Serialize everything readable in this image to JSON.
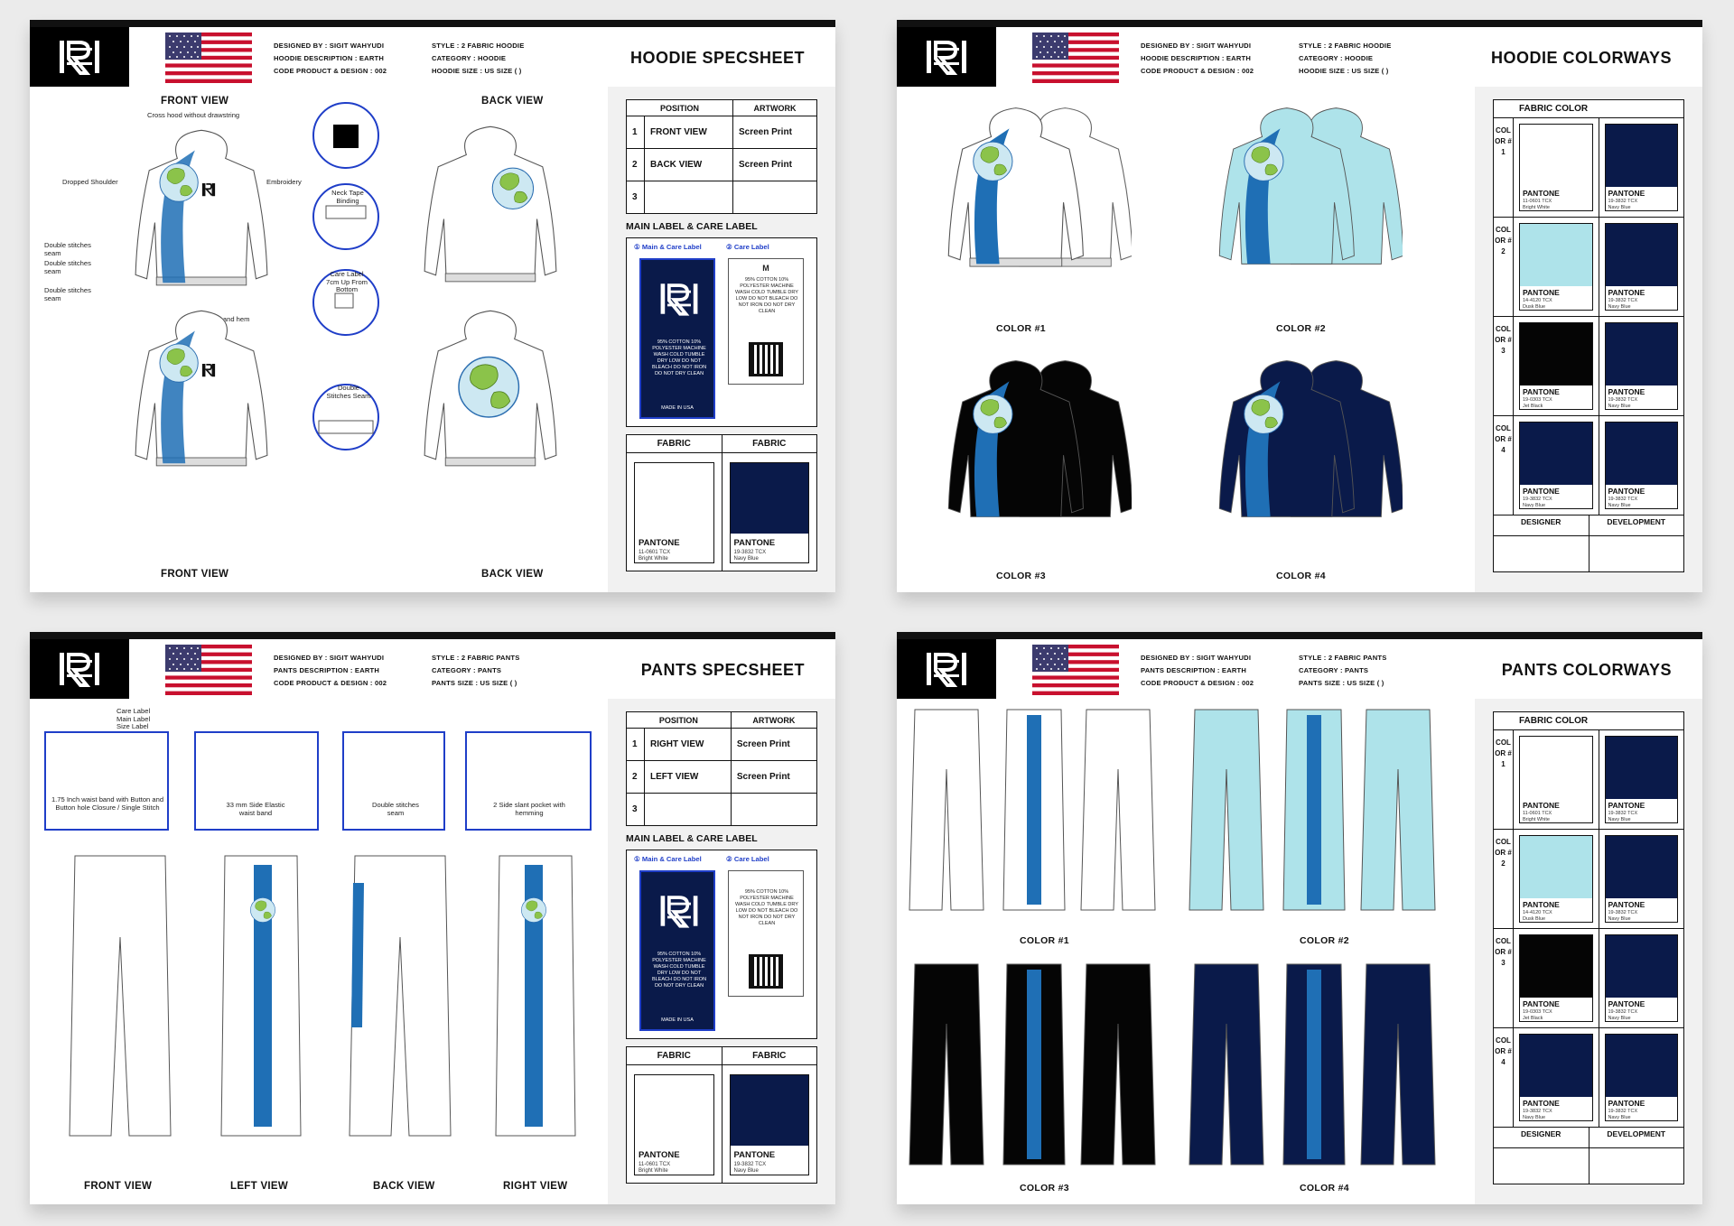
{
  "brand": {
    "logo": "monogram-logo",
    "flag": "usa-flag-icon"
  },
  "colors": {
    "navy": "#0a1a4a",
    "black": "#050505",
    "white": "#ffffff",
    "dusk_blue": "#aee3ea",
    "earth_green": "#8bc34a",
    "ocean_blue": "#1f6fb5",
    "accent": "#1f3ec8"
  },
  "sheets": {
    "hoodie_spec": {
      "designed_by": "DESIGNED BY : SIGIT WAHYUDI",
      "description": "HOODIE DESCRIPTION : EARTH",
      "code": "CODE PRODUCT & DESIGN : 002",
      "style": "STYLE : 2 FABRIC HOODIE",
      "category": "CATEGORY : HOODIE",
      "size": "HOODIE SIZE : US SIZE (  )",
      "title": "HOODIE SPECSHEET",
      "front_view": "FRONT VIEW",
      "back_view": "BACK VIEW",
      "notes": {
        "hood": "Cross hood without drawstring",
        "shoulder": "Dropped Shoulder",
        "embroidery": "Embroidery",
        "double1": "Double stitches seam",
        "double2": "Double stitches seam",
        "double3": "Double stitches seam",
        "rib": "1x1 Rib cuffs and hem",
        "neck_tape": "Neck Tape Binding",
        "care_label": "Care Label 7cm Up From Bottom",
        "double_seam": "Double Stitches Seam"
      }
    },
    "hoodie_colorways": {
      "designed_by": "DESIGNED BY : SIGIT WAHYUDI",
      "description": "HOODIE DESCRIPTION : EARTH",
      "code": "CODE PRODUCT & DESIGN : 002",
      "style": "STYLE : 2 FABRIC HOODIE",
      "category": "CATEGORY : HOODIE",
      "size": "HOODIE SIZE : US SIZE (  )",
      "title": "HOODIE COLORWAYS",
      "captions": [
        "COLOR #1",
        "COLOR #2",
        "COLOR #3",
        "COLOR #4"
      ]
    },
    "pants_spec": {
      "designed_by": "DESIGNED BY : SIGIT WAHYUDI",
      "description": "PANTS DESCRIPTION : EARTH",
      "code": "CODE PRODUCT & DESIGN : 002",
      "style": "STYLE : 2 FABRIC PANTS",
      "category": "CATEGORY : PANTS",
      "size": "PANTS SIZE : US SIZE (  )",
      "title": "PANTS SPECSHEET",
      "views": [
        "FRONT VIEW",
        "LEFT VIEW",
        "BACK VIEW",
        "RIGHT VIEW"
      ],
      "notes": {
        "labels": "Care Label Main Label Size Label",
        "waistband": "1.75 Inch waist band with Button and Button hole Closure / Single Stitch",
        "elastic": "33 mm Side Elastic waist band",
        "double": "Double stitches seam",
        "pocket": "2 Side slant pocket with hemming"
      }
    },
    "pants_colorways": {
      "designed_by": "DESIGNED BY : SIGIT WAHYUDI",
      "description": "PANTS DESCRIPTION : EARTH",
      "code": "CODE PRODUCT & DESIGN : 002",
      "style": "STYLE : 2 FABRIC PANTS",
      "category": "CATEGORY : PANTS",
      "size": "PANTS SIZE : US SIZE (  )",
      "title": "PANTS COLORWAYS",
      "captions": [
        "COLOR #1",
        "COLOR #2",
        "COLOR #3",
        "COLOR #4"
      ]
    }
  },
  "spec_panel": {
    "position_header": "POSITION",
    "artwork_header": "ARTWORK",
    "hoodie_rows": [
      {
        "n": "1",
        "pos": "FRONT VIEW",
        "art": "Screen Print"
      },
      {
        "n": "2",
        "pos": "BACK VIEW",
        "art": "Screen Print"
      },
      {
        "n": "3",
        "pos": "",
        "art": ""
      }
    ],
    "pants_rows": [
      {
        "n": "1",
        "pos": "RIGHT VIEW",
        "art": "Screen Print"
      },
      {
        "n": "2",
        "pos": "LEFT VIEW",
        "art": "Screen Print"
      },
      {
        "n": "3",
        "pos": "",
        "art": ""
      }
    ],
    "label_section": "MAIN LABEL & CARE LABEL",
    "label_tab1": "① Main & Care Label",
    "label_tab2": "② Care Label",
    "care_size": "M",
    "care_text": "95% COTTON 10% POLYESTER MACHINE WASH COLD TUMBLE DRY LOW DO NOT BLEACH DO NOT IRON DO NOT DRY CLEAN",
    "made_in": "MADE IN USA",
    "fabric_header": "FABRIC",
    "fabrics": [
      {
        "pantone": "PANTONE",
        "code": "11-0601 TCX",
        "name": "Bright White",
        "color": "#ffffff"
      },
      {
        "pantone": "PANTONE",
        "code": "19-3832 TCX",
        "name": "Navy Blue",
        "color": "#0a1a4a"
      }
    ]
  },
  "colorway_panel": {
    "header": "FABRIC COLOR",
    "row_label": "COLOR",
    "rows": [
      {
        "n": "#1",
        "a": {
          "code": "11-0601 TCX",
          "name": "Bright White",
          "color": "#ffffff"
        },
        "b": {
          "code": "19-3832 TCX",
          "name": "Navy Blue",
          "color": "#0a1a4a"
        }
      },
      {
        "n": "#2",
        "a": {
          "code": "14-4120 TCX",
          "name": "Dusk Blue",
          "color": "#aee3ea"
        },
        "b": {
          "code": "19-3832 TCX",
          "name": "Navy Blue",
          "color": "#0a1a4a"
        }
      },
      {
        "n": "#3",
        "a": {
          "code": "19-0303 TCX",
          "name": "Jet Black",
          "color": "#050505"
        },
        "b": {
          "code": "19-3832 TCX",
          "name": "Navy Blue",
          "color": "#0a1a4a"
        }
      },
      {
        "n": "#4",
        "a": {
          "code": "19-3832 TCX",
          "name": "Navy Blue",
          "color": "#0a1a4a"
        },
        "b": {
          "code": "19-3832 TCX",
          "name": "Navy Blue",
          "color": "#0a1a4a"
        }
      }
    ],
    "pantone": "PANTONE",
    "designer": "DESIGNER",
    "development": "DEVELOPMENT"
  }
}
